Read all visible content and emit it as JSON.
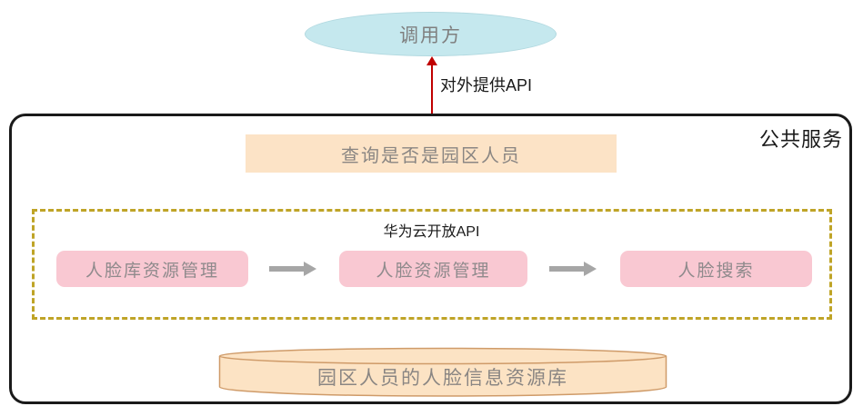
{
  "caller": {
    "label": "调用方"
  },
  "api_arrow": {
    "label": "对外提供API"
  },
  "service": {
    "title": "公共服务",
    "query_box_label": "查询是否是园区人员"
  },
  "open_api": {
    "label": "华为云开放API",
    "steps": [
      {
        "label": "人脸库资源管理"
      },
      {
        "label": "人脸资源管理"
      },
      {
        "label": "人脸搜索"
      }
    ]
  },
  "database": {
    "label": "园区人员的人脸信息资源库"
  },
  "colors": {
    "caller_fill": "#c5e8ee",
    "red_arrow": "#c00000",
    "query_fill": "#fce3c6",
    "step_fill": "#f9c8d2",
    "dashed_border": "#bfa427",
    "gray_arrow": "#a6a6a6",
    "db_fill": "#fce3c4",
    "db_stroke": "#cf9b69",
    "container_border": "#1a1a1a"
  }
}
